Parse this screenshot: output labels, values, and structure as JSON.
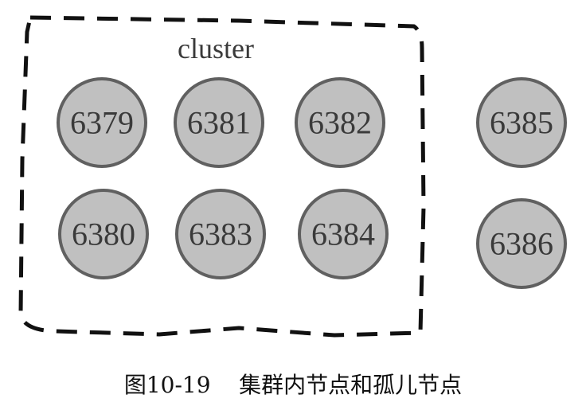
{
  "cluster": {
    "label": "cluster"
  },
  "nodes": {
    "n6379": "6379",
    "n6381": "6381",
    "n6382": "6382",
    "n6380": "6380",
    "n6383": "6383",
    "n6384": "6384",
    "n6385": "6385",
    "n6386": "6386"
  },
  "caption": {
    "text": "图10-19    集群内节点和孤儿节点"
  }
}
